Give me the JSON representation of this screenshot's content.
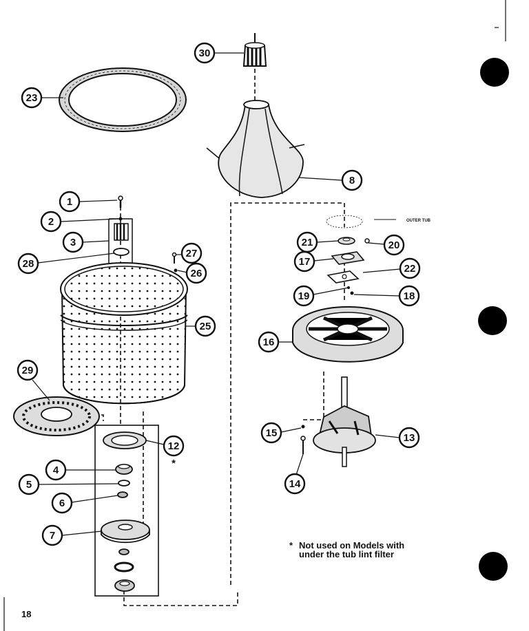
{
  "callouts": [
    "1",
    "2",
    "3",
    "4",
    "5",
    "6",
    "7",
    "8",
    "12",
    "13",
    "14",
    "15",
    "16",
    "17",
    "18",
    "19",
    "20",
    "21",
    "22",
    "23",
    "25",
    "26",
    "27",
    "28",
    "29",
    "30"
  ],
  "label_outer_tub": "OUTER TUB",
  "note_star": "*",
  "note_line1": "Not used on Models with",
  "note_line2": "under the tub lint filter",
  "asterisk_12": "*",
  "page_number": "18"
}
